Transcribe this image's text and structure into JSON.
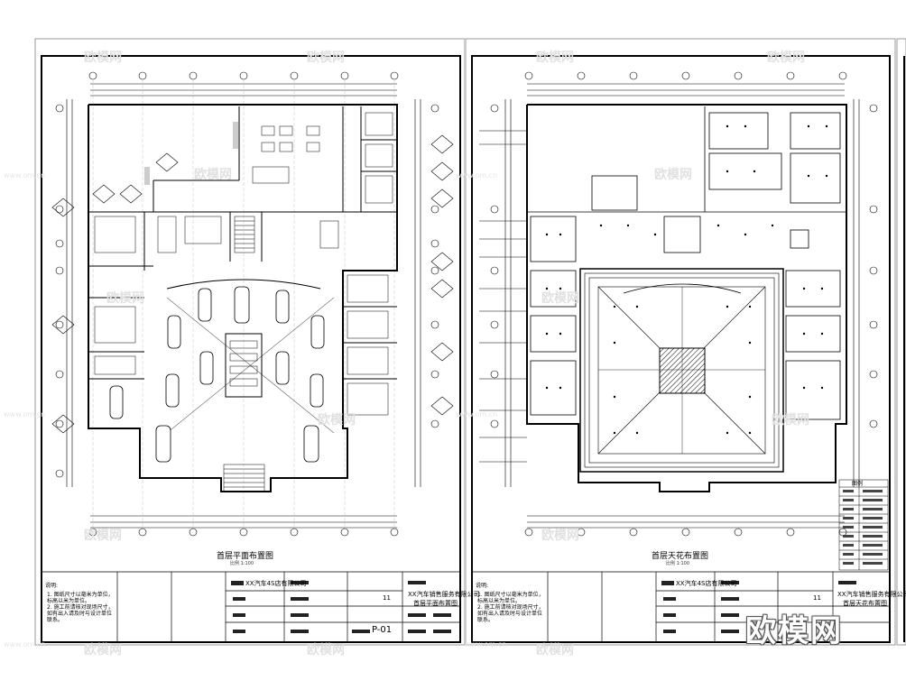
{
  "sheet_left": {
    "plan_title": "首层平面布置图",
    "plan_subtitle": "比例 1:100",
    "company": "XX汽车4S店有限公司",
    "project": "XX汽车销售服务有限公司",
    "drawing_name": "首层平面布置图",
    "sheet_number": "P-01",
    "mark": "11",
    "notes_title": "说明:",
    "notes": "1. 图纸尺寸以毫米为单位，标高以米为单位。\n2. 施工前请核对现场尺寸，如有出入请及时与设计单位联系。"
  },
  "sheet_right": {
    "plan_title": "首层天花布置图",
    "plan_subtitle": "比例 1:100",
    "company": "XX汽车4S店有限公司",
    "project": "XX汽车销售服务有限公司",
    "drawing_name": "首层天花布置图",
    "sheet_number": "",
    "mark": "11",
    "notes_title": "说明:",
    "notes": "1. 图纸尺寸以毫米为单位，标高以米为单位。\n2. 施工前请核对现场尺寸，如有出入请及时与设计单位联系。",
    "legend_title": "图例"
  },
  "watermark": {
    "brand": "欧模网",
    "url": "www.om.cn"
  }
}
